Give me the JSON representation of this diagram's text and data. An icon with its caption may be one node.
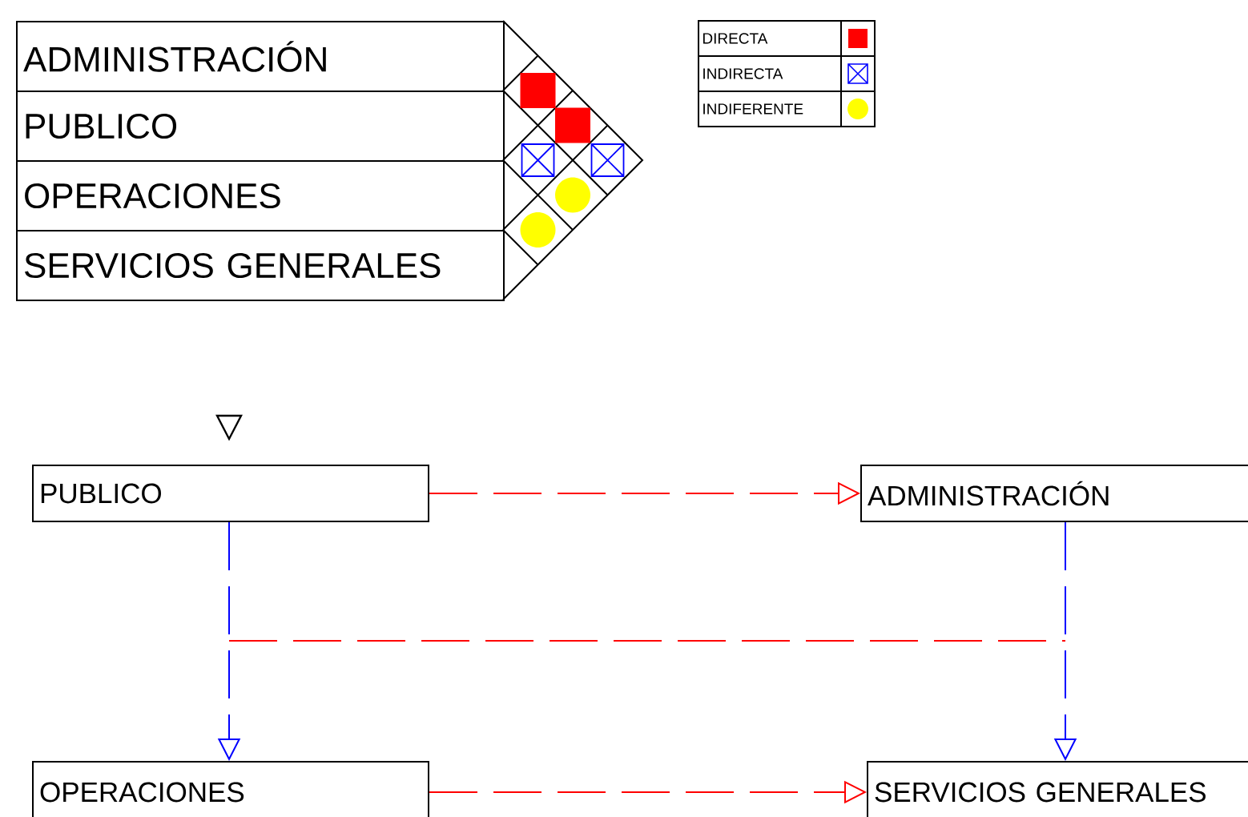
{
  "diagram": {
    "nodes": [
      {
        "text": [
          "ADMINISTRACIÓN"
        ]
      },
      {
        "text": [
          "PUBLICO"
        ]
      },
      {
        "text": [
          "OPERACIONES"
        ]
      },
      {
        "text": [
          "SERVICIOS GENERALES"
        ]
      },
      {
        "text": [
          "PUBLICO"
        ]
      },
      {
        "text": [
          "ADMINISTRACIÓN"
        ]
      },
      {
        "text": [
          "OPERACIONES"
        ]
      },
      {
        "text": [
          "SERVICIOS GENERALES"
        ]
      }
    ],
    "edges": [
      {
        "from": 4,
        "to": 5,
        "arrow": "to",
        "style": "dashed",
        "color": "#ff0000"
      },
      {
        "from": 4,
        "to": 6,
        "arrow": "to",
        "style": "dashed",
        "color": "#0000ff"
      },
      {
        "from": 5,
        "to": 7,
        "arrow": "to",
        "style": "dashed",
        "color": "#0000ff"
      },
      {
        "from": 6,
        "to": 7,
        "arrow": "to",
        "style": "dashed",
        "color": "#ff0000"
      }
    ],
    "legend": [
      {
        "text": "DIRECTA",
        "color": "#ff0000"
      },
      {
        "text": "INDIRECTA"
      },
      {
        "text": "INDIFERENTE",
        "color": "#ffff00"
      }
    ]
  }
}
